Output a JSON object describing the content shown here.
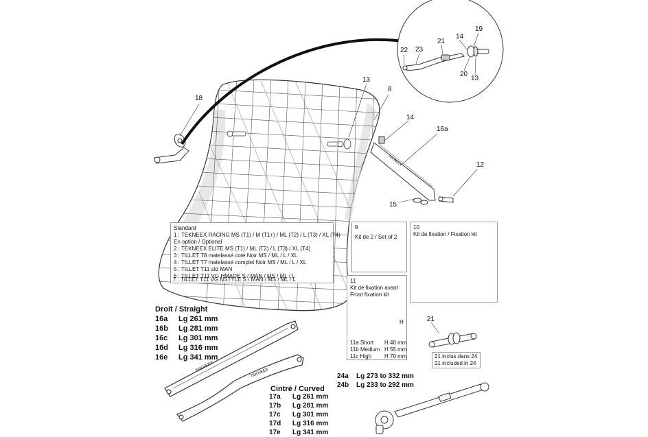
{
  "callouts": [
    "18",
    "13",
    "8",
    "14",
    "16a",
    "12",
    "15",
    "19",
    "14",
    "21",
    "22",
    "23",
    "20",
    "13",
    "21"
  ],
  "legend": {
    "lines": [
      "Standard",
      "1 : TEKNEEX RACING MS (T1) / M (T1+) / ML (T2) / L (T3) / XL (T4)",
      "En option / Optional",
      "2 : TEKNEEX ELITE MS (T1) / ML (T2) / L (T3) / XL (T4)",
      "3 : TILLET T8 matelassé coté Noir MS / ML / L / XL",
      "4 : TILLET T7 matelassé complet Noir MS / ML / L / XL",
      "5 : TILLET T11 std MAN",
      "6 : TILLET T11 VG HMADE S / MAN / MS / ML / L",
      "7 : TILLET T11 VG NSTYLE S / MAN / MS / ML / L"
    ]
  },
  "box9": {
    "num": "9",
    "text": "Kit de 2 / Set of 2"
  },
  "box10": {
    "num": "10",
    "text": "Kit de fixation / Fixation kit"
  },
  "box11": {
    "num": "11",
    "title1": "Kit de fixation avant",
    "title2": "Front fixation kit",
    "h": "H",
    "rows": [
      {
        "k": "11a Short",
        "v": "H 40 mm"
      },
      {
        "k": "11b Medium",
        "v": "H 55 mm"
      },
      {
        "k": "11c High",
        "v": "H 70 mm"
      }
    ]
  },
  "box21": {
    "num": "21",
    "line1": "21 inclus dans 24",
    "line2": "21 included in 24"
  },
  "straight": {
    "title": "Droit / Straight",
    "rows": [
      {
        "k": "16a",
        "v": "Lg 261 mm"
      },
      {
        "k": "16b",
        "v": "Lg 281 mm"
      },
      {
        "k": "16c",
        "v": "Lg 301 mm"
      },
      {
        "k": "16d",
        "v": "Lg 316 mm"
      },
      {
        "k": "16e",
        "v": "Lg 341 mm"
      }
    ]
  },
  "curved": {
    "title": "Cintré / Curved",
    "rows": [
      {
        "k": "17a",
        "v": "Lg 261 mm"
      },
      {
        "k": "17b",
        "v": "Lg 281 mm"
      },
      {
        "k": "17c",
        "v": "Lg 301 mm"
      },
      {
        "k": "17d",
        "v": "Lg 316 mm"
      },
      {
        "k": "17e",
        "v": "Lg 341 mm"
      }
    ]
  },
  "rod24": {
    "rows": [
      {
        "k": "24a",
        "v": "Lg 273 to 332 mm"
      },
      {
        "k": "24b",
        "v": "Lg 233 to 292 mm"
      }
    ]
  },
  "brand": {
    "text": "TEKNEEX"
  }
}
